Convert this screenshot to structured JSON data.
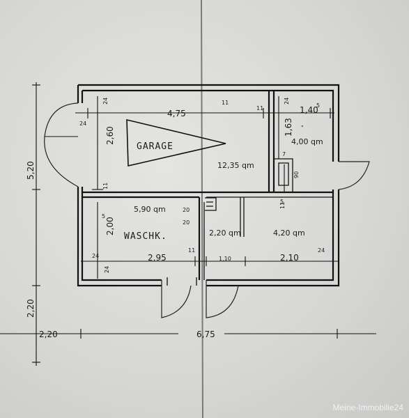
{
  "plan": {
    "rooms": {
      "garage_label": "GARAGE",
      "garage_area": "12,35 qm",
      "store_area": "4,00 qm",
      "wasch_label": "WASCHK.",
      "wasch_area": "5,90 qm",
      "mid_area": "2,20 qm",
      "right_area": "4,20 qm"
    },
    "dimensions": {
      "total_width": "6,75",
      "total_height": "5,20",
      "garage_width": "4,75",
      "garage_depth": "2,60",
      "store_width": "1,40",
      "store_width_sup": "5",
      "store_depth": "1,63",
      "wasch_width": "2,95",
      "wasch_depth": "2,00",
      "mid_width": "1,10",
      "right_width": "2,10",
      "left_offset": "2,20",
      "left_height": "2,20",
      "wall_24_a": "24",
      "wall_24_b": "24",
      "wall_24_c": "24",
      "wall_24_d": "24",
      "wall_24_e": "24",
      "wall_11_5_a": "11",
      "wall_11_5_b": "11",
      "wall_11_5_c": "11",
      "wall_11_5_d": "11",
      "wall_11_5_e": "11",
      "sup_5": "5",
      "dim_5": "5",
      "dim_7": "7",
      "dim_90": "90",
      "dim_24_small": "24",
      "stair_a": "20",
      "stair_b": "20",
      "tick_mark": "\""
    },
    "watermark": "Meine-Immobilie24"
  }
}
